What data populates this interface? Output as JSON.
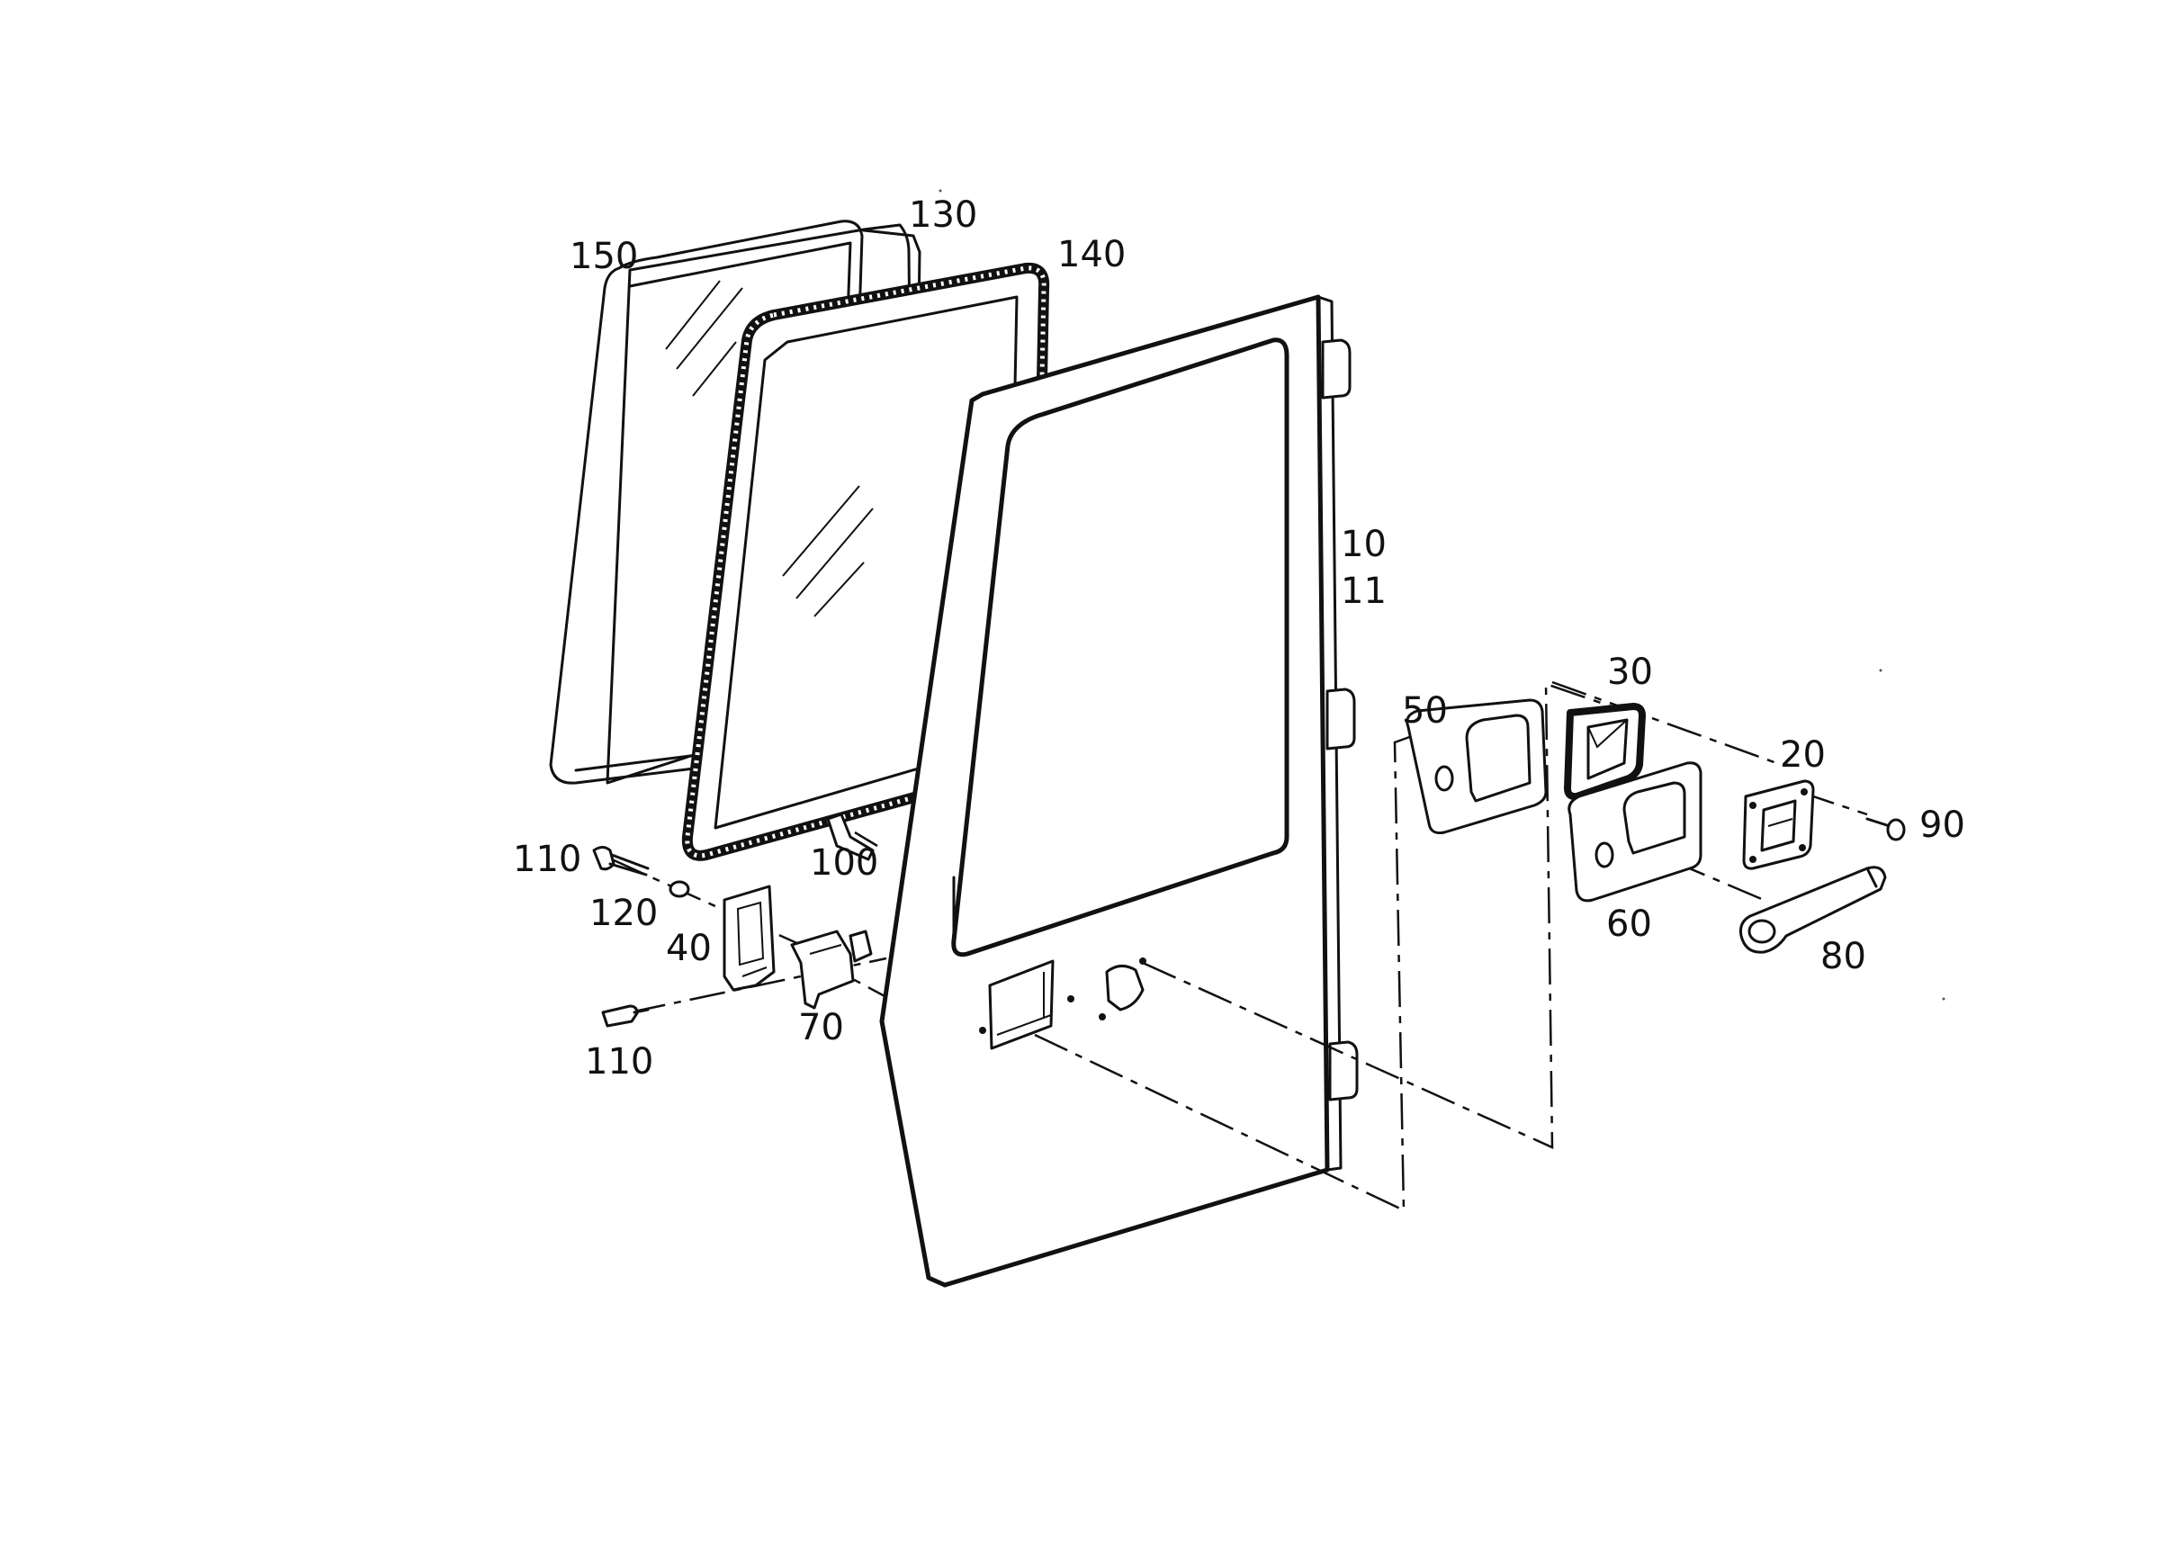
{
  "diagram": {
    "labels": {
      "p10": "10",
      "p11": "11",
      "p20": "20",
      "p30": "30",
      "p40": "40",
      "p50": "50",
      "p60": "60",
      "p70": "70",
      "p80": "80",
      "p90": "90",
      "p100": "100",
      "p110a": "110",
      "p110b": "110",
      "p120": "120",
      "p130": "130",
      "p140": "140",
      "p150": "150"
    }
  }
}
